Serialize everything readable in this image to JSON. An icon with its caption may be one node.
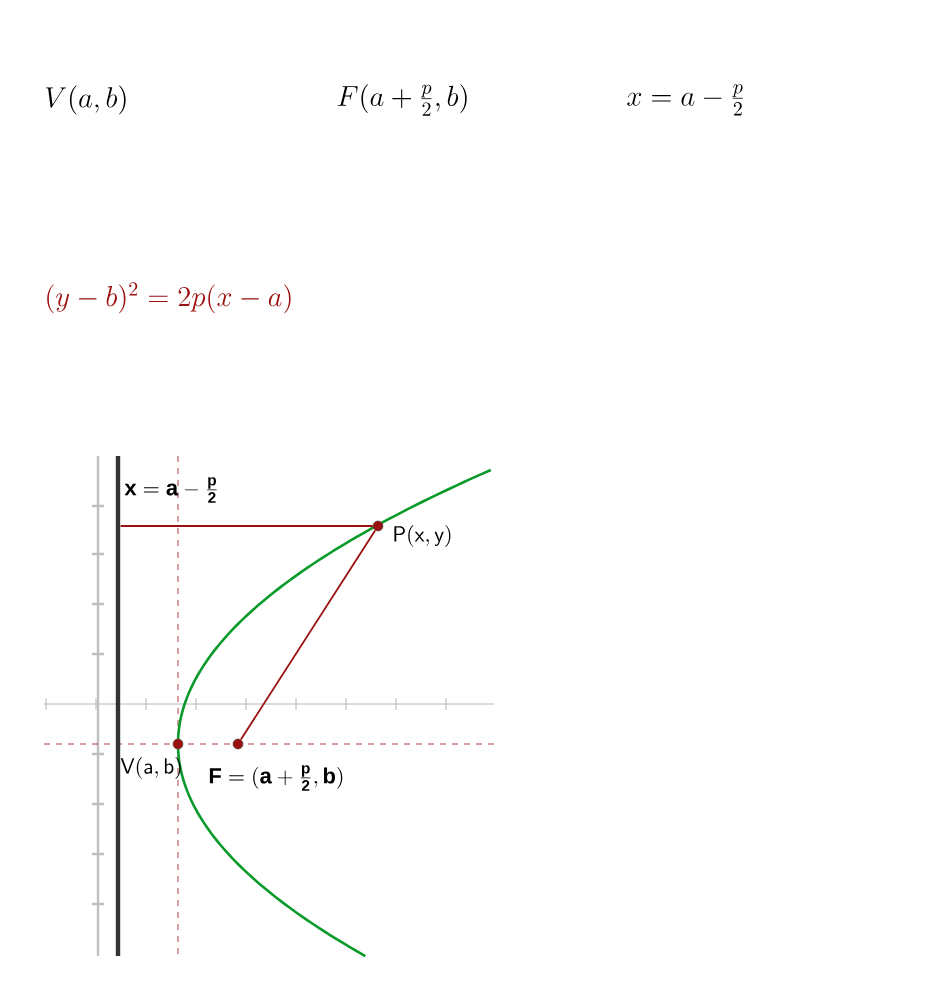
{
  "diagram": {
    "nodes": [
      {
        "text": [],
        "shape": "bar",
        "beside": [
          "\\mathbf{x=a-\\frac{p}{2}}"
        ]
      },
      {
        "text": [],
        "shape": "circle",
        "beside": [
          "\\mathsf{P(x,y)}"
        ]
      },
      {
        "text": [],
        "shape": "circle",
        "beside": [
          "\\mathsf{V(a,b)}"
        ]
      },
      {
        "text": [],
        "shape": "circle",
        "beside": [
          "\\mathbf{F=(a+\\frac{p}{2},b)}"
        ]
      }
    ],
    "edges": [
      {
        "from": 1,
        "to": 0,
        "arrow": "none"
      },
      {
        "from": 3,
        "to": 1,
        "arrow": "none"
      }
    ],
    "labels": [
      "V(a,b)",
      "F(a+\\frac{p}{2},b)",
      "x=a-\\frac{p}{2}",
      "(y-b)^2=2p(x-a)"
    ]
  }
}
